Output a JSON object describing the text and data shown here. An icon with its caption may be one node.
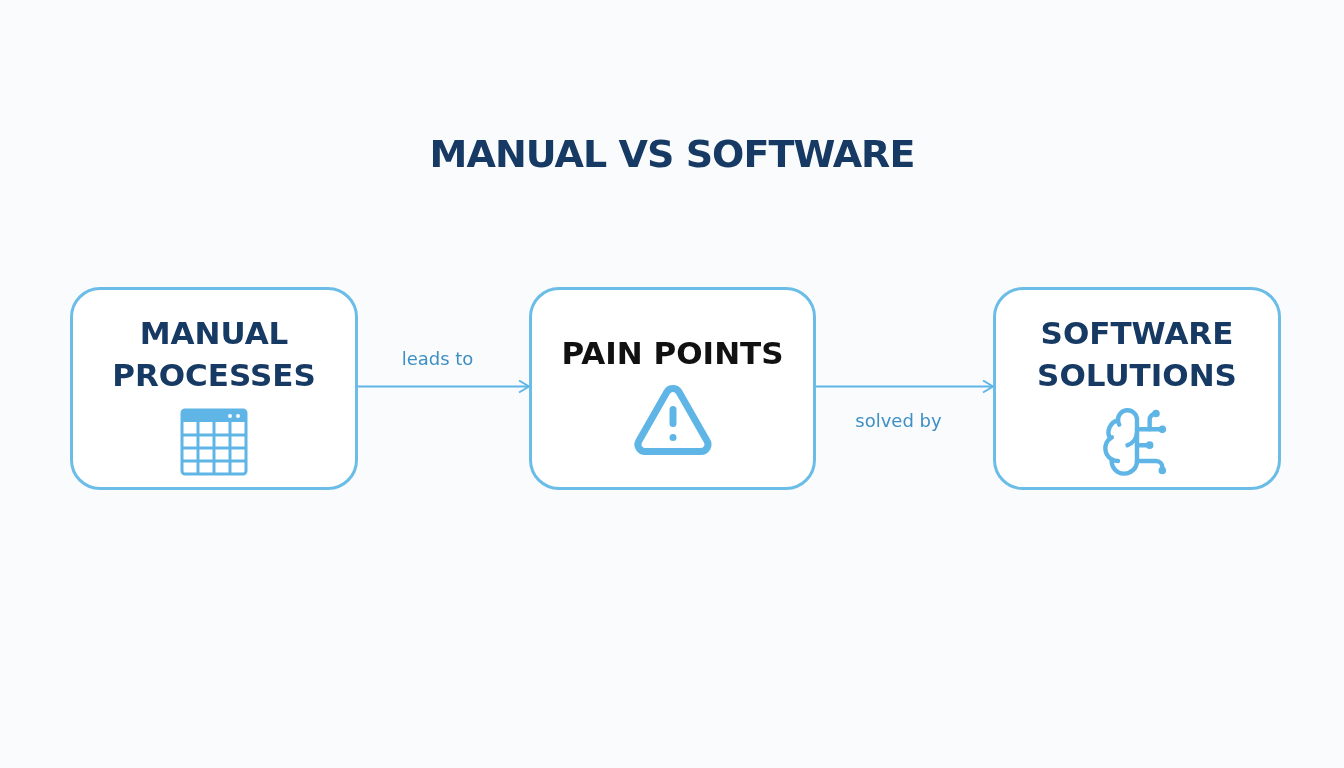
{
  "diagram": {
    "title": "MANUAL VS SOFTWARE",
    "nodes": [
      {
        "text": [
          "MANUAL PROCESSES"
        ]
      },
      {
        "text": [
          "PAIN POINTS"
        ]
      },
      {
        "text": [
          "SOFTWARE SOLUTIONS"
        ]
      }
    ],
    "edges": [
      {
        "from": 0,
        "to": 1,
        "arrow": "to",
        "label": "leads to"
      },
      {
        "from": 1,
        "to": 2,
        "arrow": "to",
        "label": "solved by"
      }
    ]
  }
}
